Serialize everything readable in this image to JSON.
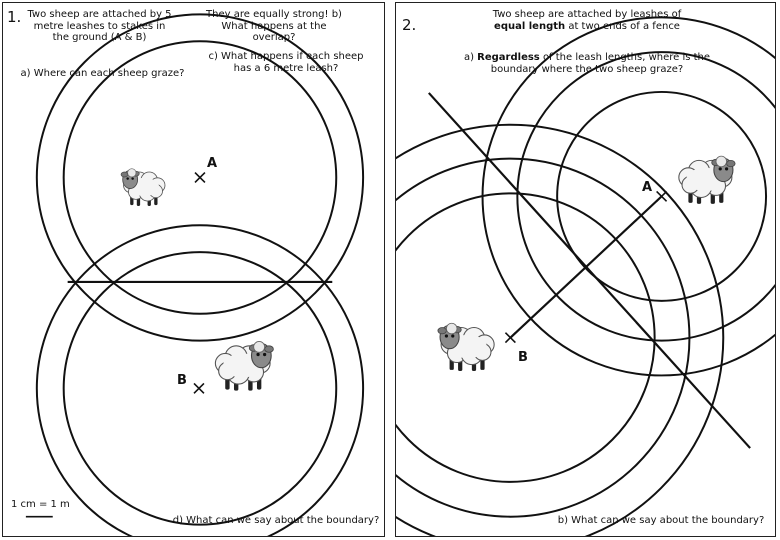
{
  "panel1": {
    "number": "1.",
    "intro": "Two sheep are attached by 5 metre leashes to stakes in the ground (A & B)",
    "q_a": "a) Where can each sheep graze?",
    "q_b": "They are equally strong! b) What happens at the overlap?",
    "q_c": "c) What happens if each sheep has a 6 metre leash?",
    "q_d": "d) What can we say about the boundary?",
    "label_a": "A",
    "label_b": "B",
    "scale": "1 cm = 1 m"
  },
  "panel2": {
    "number": "2.",
    "intro_pre": "Two sheep are attached by leashes of",
    "intro_bold": "equal length",
    "intro_post": "at two ends of a fence",
    "q_a_pre": "a)",
    "q_a_bold": "Regardless",
    "q_a_post": "of the leash lengths, where is the boundary where the two sheep graze?",
    "q_b": "b) What can we say about the boundary?",
    "label_a": "A",
    "label_b": "B"
  },
  "icons": {
    "stake_marker": "cross-mark-icon",
    "animal": "sheep-icon"
  }
}
